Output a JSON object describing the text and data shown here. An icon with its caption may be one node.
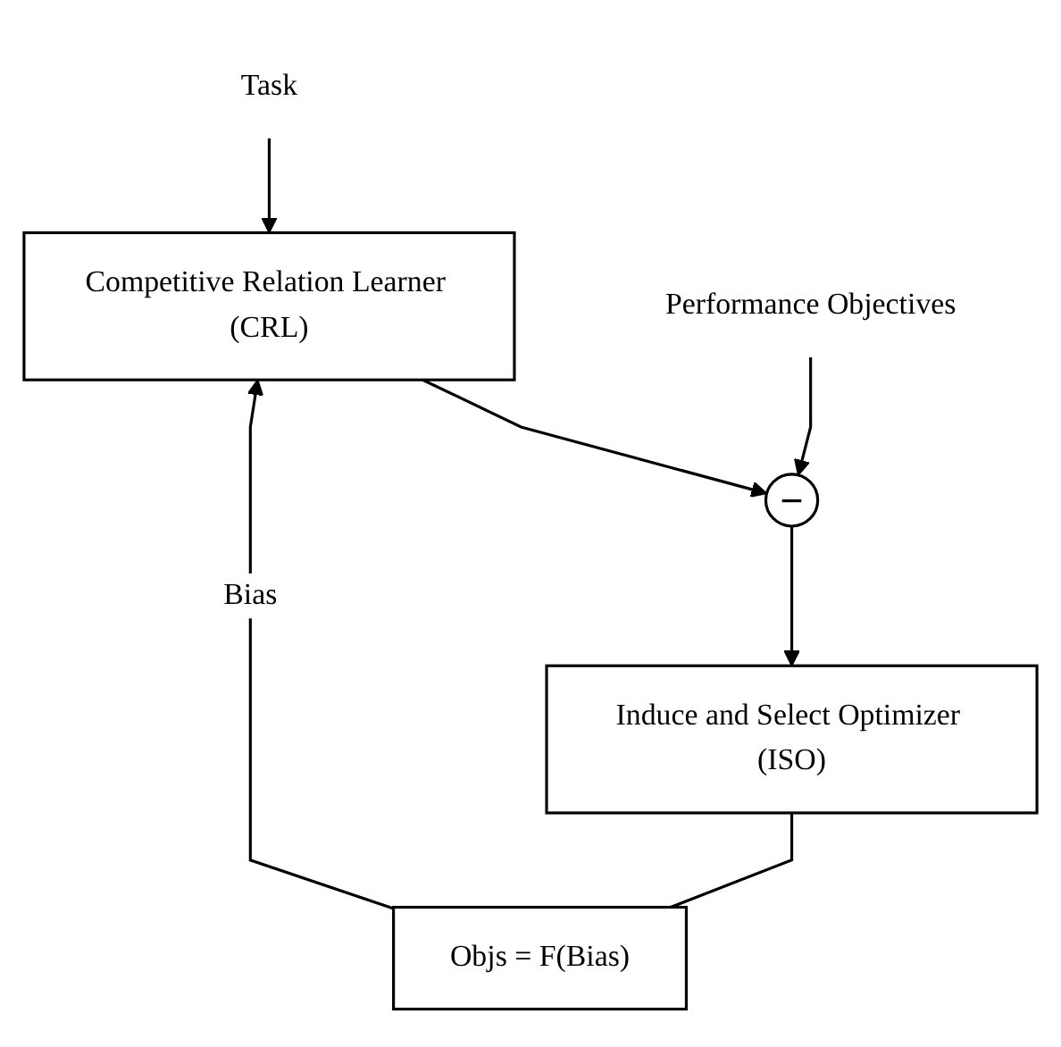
{
  "diagram": {
    "nodes": [
      {
        "text": [
          "Task"
        ]
      },
      {
        "text": [
          "Competitive Relation Learner (CRL)"
        ]
      },
      {
        "text": [
          "Performance Objectives"
        ]
      },
      {
        "text": [
          "−"
        ]
      },
      {
        "text": [
          "Objs = F(Bias)"
        ]
      },
      {
        "text": [
          "Induce and Select Optimizer (ISO)"
        ]
      }
    ],
    "edges": [
      {
        "from": 0,
        "to": 1,
        "arrow": "to"
      },
      {
        "from": 1,
        "to": 3,
        "arrow": "to"
      },
      {
        "from": 2,
        "to": 3,
        "arrow": "to"
      },
      {
        "from": 3,
        "to": 5,
        "arrow": "to"
      },
      {
        "from": 4,
        "to": 1,
        "label": "Bias",
        "arrow": "to"
      },
      {
        "from": 5,
        "to": 4,
        "arrow": "none"
      }
    ]
  }
}
